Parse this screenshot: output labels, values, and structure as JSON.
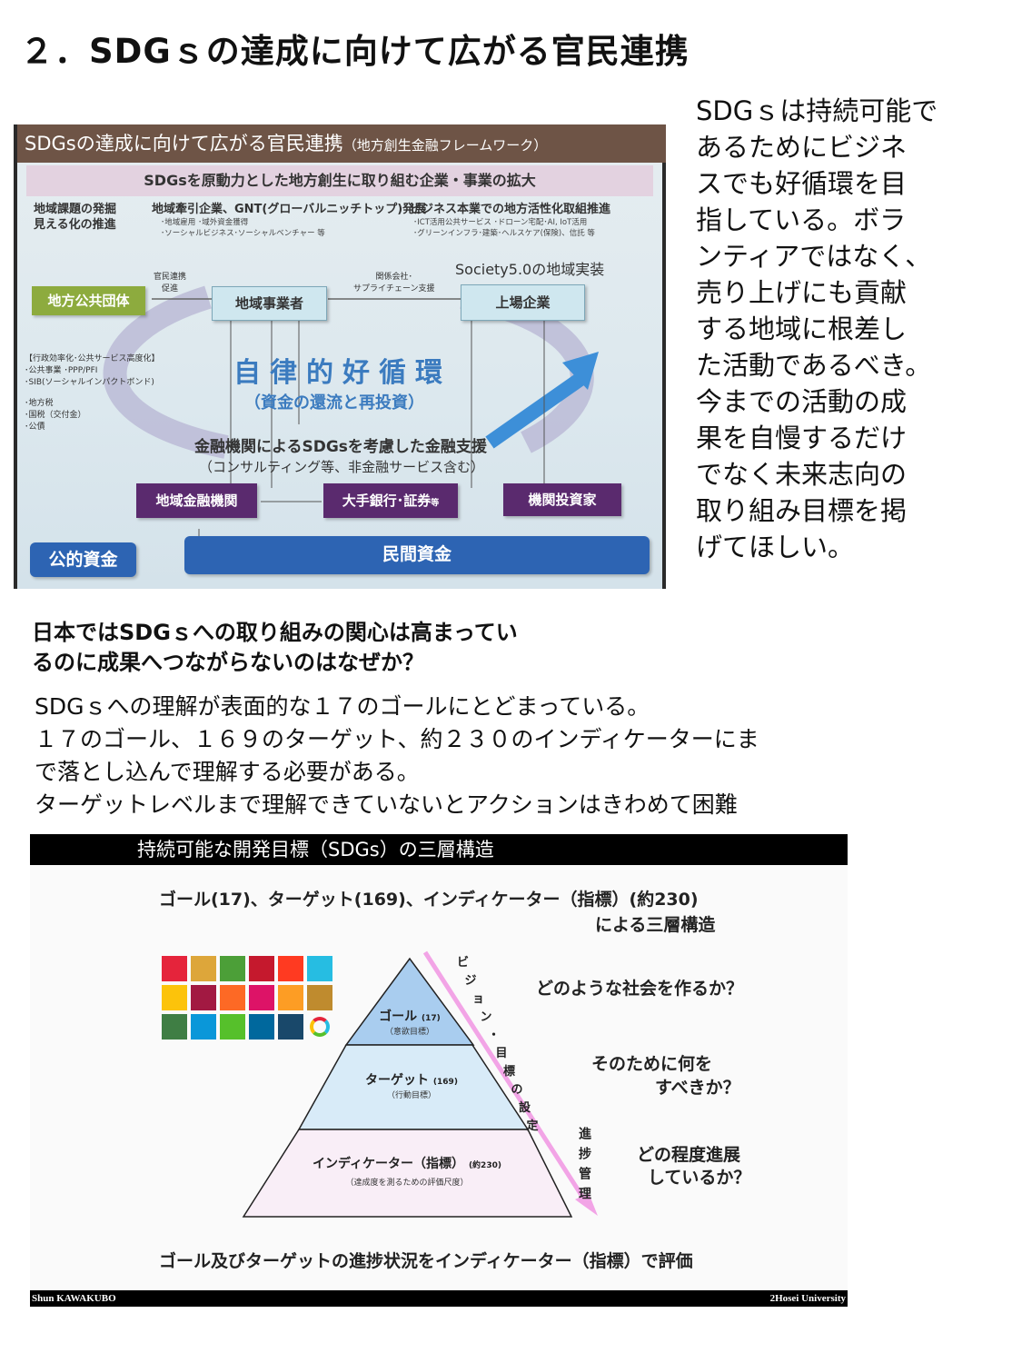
{
  "page": {
    "title": "２．SDGｓの達成に向けて広がる官民連携",
    "side_note_lines": [
      "SDGｓは持続可能で",
      "あるためにビジネ",
      "スでも好循環を目",
      "指している。ボラ",
      "ンティアではなく、",
      "売り上げにも貢献",
      "する地域に根差し",
      "た活動であるべき。",
      "今までの活動の成",
      "果を自慢するだけ",
      "でなく未来志向の",
      "取り組み目標を掲",
      "げてほしい。"
    ],
    "question_lines": [
      "日本ではSDGｓへの取り組みの関心は高まってい",
      "るのに成果へつながらないのはなぜか？"
    ],
    "body_lines": [
      "SDGｓへの理解が表面的な１７のゴールにとどまっている。",
      "１７のゴール、１６９のターゲット、約２３０のインディケーターにま",
      "で落とし込んで理解する必要がある。",
      "ターゲットレベルまで理解できていないとアクションはきわめて困難"
    ]
  },
  "slide1": {
    "title": "SDGsの達成に向けて広がる官民連携",
    "title_suffix": "（地方創生金融フレームワーク）",
    "band": "SDGsを原動力とした地方創生に取り組む企業・事業の拡大",
    "col1": [
      "地域課題の発掘",
      "見える化の推進"
    ],
    "col2_title": "地域牽引企業、GNT(グローバルニッチトップ)発展",
    "col2_items": [
      "･地域雇用 ･域外資金獲得",
      "･ソーシャルビジネス･ソーシャルベンチャー 等"
    ],
    "col3_title": "ビジネス本業での地方活性化取組推進",
    "col3_items": [
      "･ICT活用公共サービス ･ドローン宅配･AI, IoT活用",
      "･グリーンインフラ･建築･ヘルスケア(保険)、信託 等"
    ],
    "society": "Society5.0の地域実装",
    "link1": [
      "官民連携",
      "促進"
    ],
    "link2": [
      "関係会社･",
      "サプライチェーン支援"
    ],
    "box_local_gov": "地方公共団体",
    "box_local_biz": "地域事業者",
    "box_listed": "上場企業",
    "left_notes": [
      "【行政効率化･公共サービス高度化】",
      "･公共事業 ･PPP/PFI",
      "･SIB(ソーシャルインパクトボンド)",
      "",
      "･地方税",
      "･国税（交付金）",
      "･公債"
    ],
    "cycle": "自律的好循環",
    "cycle_sub": "（資金の還流と再投資）",
    "finance": "金融機関によるSDGsを考慮した金融支援",
    "finance_sub": "（コンサルティング等、非金融サービス含む）",
    "box_regional_bank": "地域金融機関",
    "box_major_bank": "大手銀行･証券",
    "box_major_bank_suffix": "等",
    "box_investor": "機関投資家",
    "public_funds": "公的資金",
    "private_funds": "民間資金"
  },
  "slide2": {
    "header": "持続可能な開発目標（SDGs）の三層構造",
    "subtitle1": "ゴール(17)、ターゲット(169)、インディケーター（指標）(約230)",
    "subtitle2": "による三層構造",
    "goal_label": "ゴール",
    "goal_count": "(17)",
    "goal_sub": "（意欲目標）",
    "target_label": "ターゲット",
    "target_count": "(169)",
    "target_sub": "（行動目標）",
    "indicator_label": "インディケーター（指標）",
    "indicator_count": "(約230)",
    "indicator_sub": "（達成度を測るための評価尺度）",
    "arrow_label1": "ビジョン・目標の設定",
    "arrow_label2": "進捗管理",
    "q1": "どのような社会を作るか？",
    "q2a": "そのために何を",
    "q2b": "すべきか？",
    "q3a": "どの程度進展",
    "q3b": "しているか？",
    "bottom": "ゴール及びターゲットの進捗状況をインディケーター（指標）で評価",
    "footer_left": "Shun KAWAKUBO",
    "footer_right": "2Hosei University",
    "sdg_colors": [
      "#E5243B",
      "#DDA63A",
      "#4C9F38",
      "#C5192D",
      "#FF3A21",
      "#26BDE2",
      "#FCC30B",
      "#A21942",
      "#FD6925",
      "#DD1367",
      "#FD9D24",
      "#BF8B2E",
      "#3F7E44",
      "#0A97D9",
      "#56C02B",
      "#00689D",
      "#19486A"
    ]
  }
}
